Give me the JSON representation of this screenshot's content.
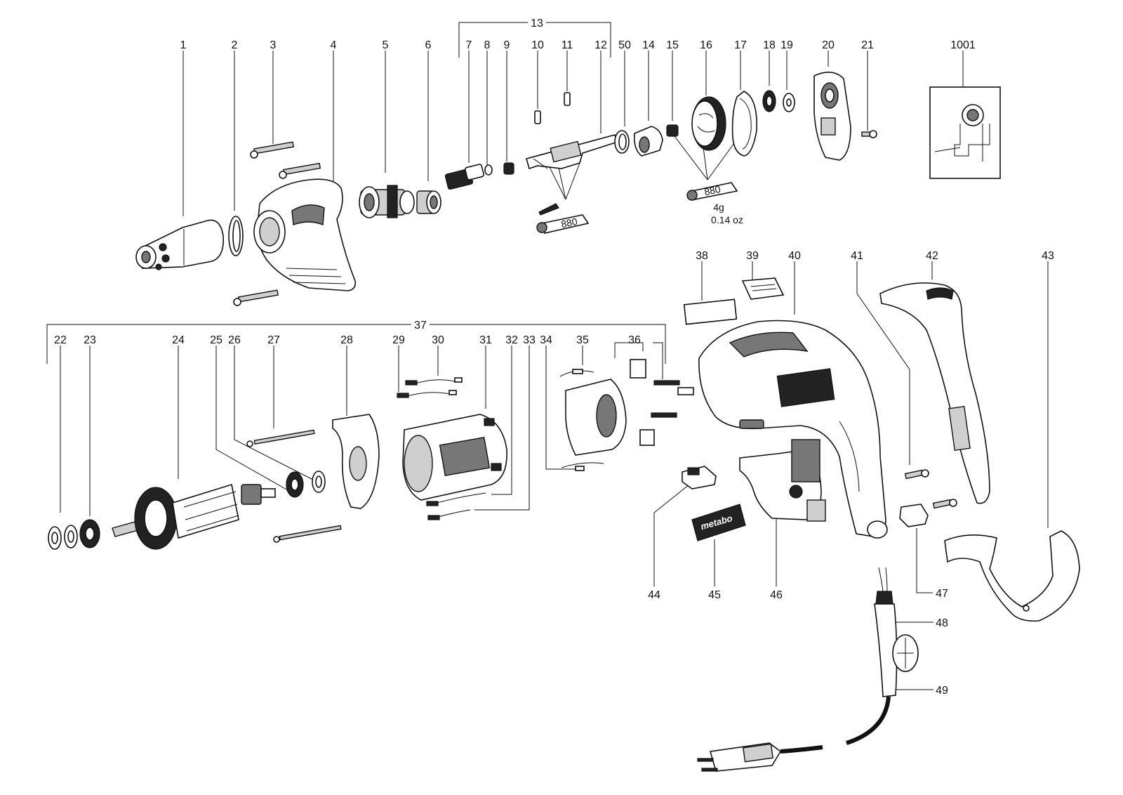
{
  "labels": {
    "p1": "1",
    "p2": "2",
    "p3": "3",
    "p4": "4",
    "p5": "5",
    "p6": "6",
    "p7": "7",
    "p8": "8",
    "p9": "9",
    "p10": "10",
    "p11": "11",
    "p12": "12",
    "p13": "13",
    "p14": "14",
    "p15": "15",
    "p16": "16",
    "p17": "17",
    "p18": "18",
    "p19": "19",
    "p20": "20",
    "p21": "21",
    "p22": "22",
    "p23": "23",
    "p24": "24",
    "p25": "25",
    "p26": "26",
    "p27": "27",
    "p28": "28",
    "p29": "29",
    "p30": "30",
    "p31": "31",
    "p32": "32",
    "p33": "33",
    "p34": "34",
    "p35": "35",
    "p36": "36",
    "p37": "37",
    "p38": "38",
    "p39": "39",
    "p40": "40",
    "p41": "41",
    "p42": "42",
    "p43": "43",
    "p44": "44",
    "p45": "45",
    "p46": "46",
    "p47": "47",
    "p48": "48",
    "p49": "49",
    "p50": "50",
    "p1001": "1001"
  },
  "grease": {
    "tube_a": "880",
    "tube_b": "880",
    "amount_g": "4g",
    "amount_oz": "0.14 oz"
  },
  "brand_label": "metabo"
}
